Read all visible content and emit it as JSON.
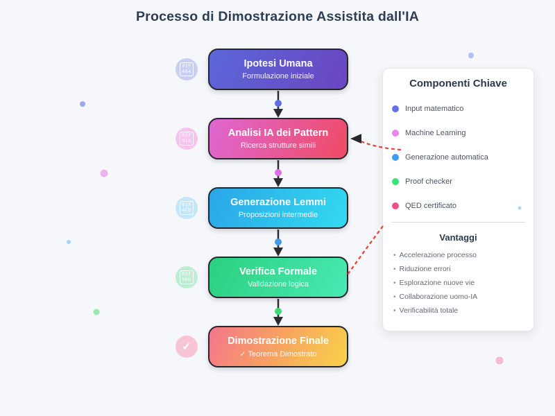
{
  "page": {
    "title": "Processo di Dimostrazione Assistita dall'IA",
    "background": "#f5f7fa",
    "title_color": "#2e3e52"
  },
  "flow": {
    "steps": [
      {
        "title": "Ipotesi Umana",
        "subtitle": "Formulazione iniziale",
        "icon": "person-emoji-tofu",
        "icon_hex": [
          "01F",
          "464"
        ],
        "gradient": {
          "from": "#5a67d8",
          "to": "#6b46c1"
        },
        "icon_bg": "#c9cef3"
      },
      {
        "title": "Analisi IA dei Pattern",
        "subtitle": "Ricerca strutture simili",
        "icon": "robot-emoji-tofu",
        "icon_hex": [
          "01F",
          "916"
        ],
        "gradient": {
          "from": "#de68d4",
          "to": "#ef4b63"
        },
        "icon_bg": "#f6c4ef"
      },
      {
        "title": "Generazione Lemmi",
        "subtitle": "Proposizioni intermedie",
        "icon": "clipboard-emoji-tofu",
        "icon_hex": [
          "01F",
          "4CB"
        ],
        "gradient": {
          "from": "#2aa6e8",
          "to": "#33daf0"
        },
        "icon_bg": "#c2e7f8"
      },
      {
        "title": "Verifica Formale",
        "subtitle": "Validazione logica",
        "icon": "magnifier-emoji-tofu",
        "icon_hex": [
          "01F",
          "50D"
        ],
        "gradient": {
          "from": "#2cd07f",
          "to": "#47eab2"
        },
        "icon_bg": "#bdeed4"
      },
      {
        "title": "Dimostrazione Finale",
        "subtitle": "✓ Teorema Dimostrato",
        "icon": "check-icon",
        "icon_glyph": "✓",
        "gradient": {
          "from": "#f4768c",
          "mid": "#f7a35f",
          "to": "#f8d24a"
        },
        "icon_bg": "#f8c5d4"
      }
    ],
    "connectors": [
      {
        "color": "#5f6de4"
      },
      {
        "color": "#df6ee4"
      },
      {
        "color": "#449ae8"
      },
      {
        "color": "#3bd978"
      }
    ],
    "connector_line_color": "#2b2b33",
    "dashed_link_color": "#e8402e"
  },
  "panel": {
    "title": "Componenti Chiave",
    "legend": [
      {
        "label": "Input matematico",
        "color": "#6371e4"
      },
      {
        "label": "Machine Learning",
        "color": "#ea85ea"
      },
      {
        "label": "Generazione automatica",
        "color": "#3f9ef0"
      },
      {
        "label": "Proof checker",
        "color": "#38e476"
      },
      {
        "label": "QED certificato",
        "color": "#f0508a"
      }
    ],
    "benefits_title": "Vantaggi",
    "bullet": "•",
    "benefits": [
      "Accelerazione processo",
      "Riduzione errori",
      "Esplorazione nuove vie",
      "Collaborazione uomo-IA",
      "Verificabilità totale"
    ]
  }
}
